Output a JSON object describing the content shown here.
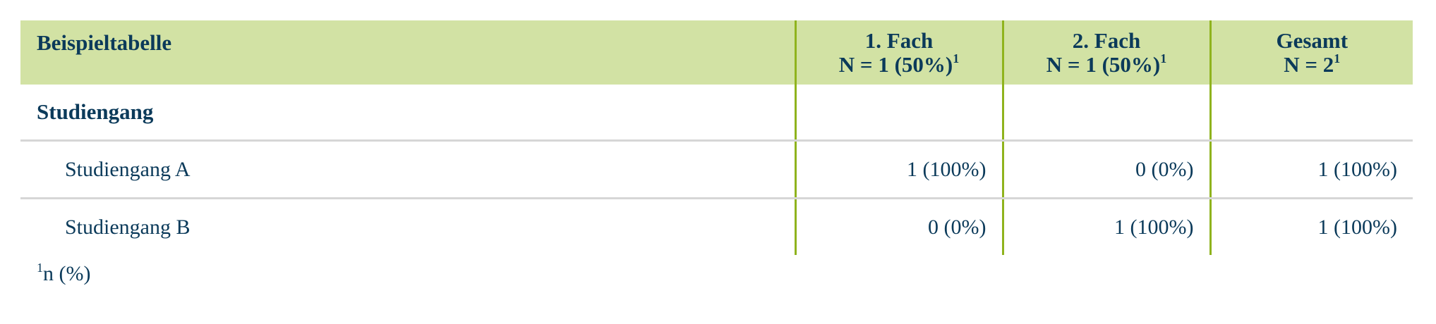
{
  "table": {
    "header": {
      "label": "Beispieltabelle",
      "columns": [
        {
          "title": "1. Fach",
          "n": "N = 1 (50%)",
          "footnote_mark": "1"
        },
        {
          "title": "2. Fach",
          "n": "N = 1 (50%)",
          "footnote_mark": "1"
        },
        {
          "title": "Gesamt",
          "n": "N = 2",
          "footnote_mark": "1"
        }
      ]
    },
    "group": {
      "label": "Studiengang"
    },
    "rows": [
      {
        "label": "Studiengang A",
        "values": [
          "1 (100%)",
          "0 (0%)",
          "1 (100%)"
        ]
      },
      {
        "label": "Studiengang B",
        "values": [
          "0 (0%)",
          "1 (100%)",
          "1 (100%)"
        ]
      }
    ]
  },
  "footnote": {
    "mark": "1",
    "text": "n (%)"
  },
  "colors": {
    "header_background": "#d2e2a4",
    "column_separator": "#8fb31d",
    "row_separator": "#d6d6d6",
    "text": "#0b3a5a"
  }
}
